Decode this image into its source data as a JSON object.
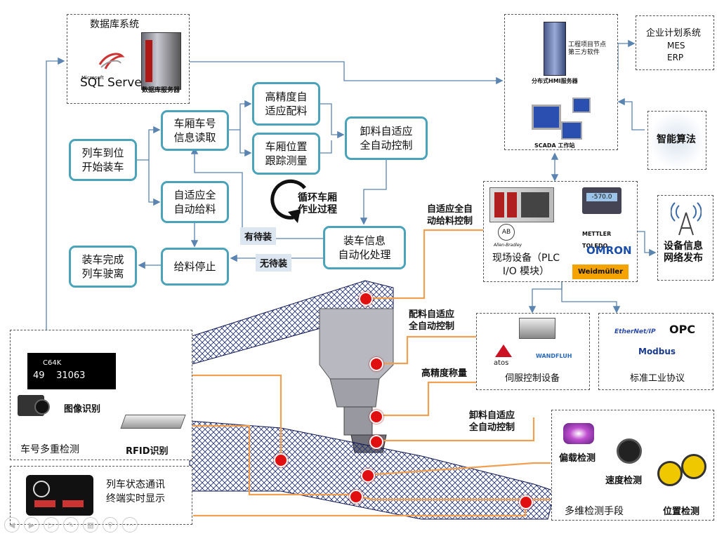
{
  "db": {
    "title": "数据库系统",
    "sql_brand": "Microsoft",
    "sql_name": "SQL Server",
    "server_label": "数据库服务器"
  },
  "hmi": {
    "third_party": "工程项目节点\n第三方软件",
    "server_label": "分布式HMI服务器",
    "scada_label": "SCADA 工作站"
  },
  "erp": {
    "title": "企业计划系统",
    "line1": "MES",
    "line2": "ERP"
  },
  "algo": {
    "label": "智能算法"
  },
  "net": {
    "label": "设备信息\n网络发布"
  },
  "plc": {
    "title": "现场设备（PLC\nI/O 模块）",
    "ab": "Allen-Bradley",
    "mt": "METTLER TOLEDO",
    "omron": "OMRON",
    "weid": "Weidmüller",
    "display": "-570.0"
  },
  "servo": {
    "title": "伺服控制设备",
    "atos": "atos",
    "wandfluh": "WANDFLUH"
  },
  "proto": {
    "title": "标准工业协议",
    "ethernet": "EtherNet/IP",
    "opc": "OPC",
    "modbus": "Modbus"
  },
  "sensors": {
    "title": "多维检测手段",
    "eccentric": "偏载检测",
    "speed": "速度检测",
    "position": "位置检测"
  },
  "carno": {
    "title": "车号多重检测",
    "image": "图像识别",
    "rfid": "RFID识别",
    "plate_top": "C64K",
    "plate_num": "49    31063"
  },
  "terminal": {
    "label": "列车状态通讯\n终端实时显示"
  },
  "flow": {
    "arrive": "列车到位\n开始装车",
    "read": "车厢车号\n信息读取",
    "feed": "自适应全\n自动给料",
    "stop": "给料停止",
    "finish": "装车完成\n列车驶离",
    "mix": "高精度自\n适应配料",
    "track": "车厢位置\n跟踪测量",
    "unload": "卸料自适应\n全自动控制",
    "info": "装车信息\n自动化处理",
    "cycle": "循环车厢\n作业过程",
    "pending": "有待装",
    "none": "无待装"
  },
  "callouts": {
    "feed": "自适应全自\n动给料控制",
    "mix": "配料自适应\n全自动控制",
    "weigh": "高精度称量",
    "unload": "卸料自适应\n全自动控制"
  },
  "colors": {
    "box_border": "#4aa3b8",
    "arrow": "#5b84b1",
    "orange": "#f0a050",
    "dot": "#e01010"
  }
}
